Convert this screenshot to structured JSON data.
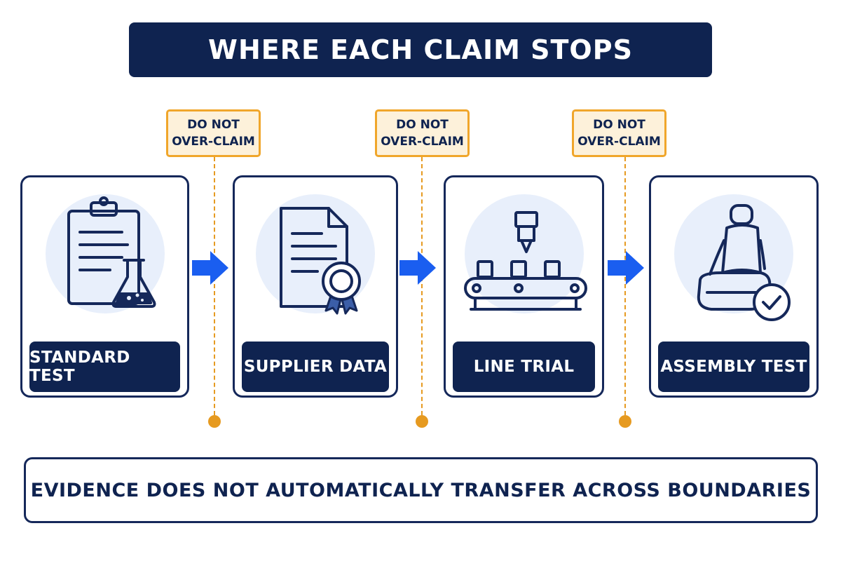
{
  "title": "WHERE EACH CLAIM STOPS",
  "stages": [
    {
      "label": "STANDARD TEST",
      "icon": "clipboard-flask-icon"
    },
    {
      "label": "SUPPLIER DATA",
      "icon": "certificate-document-icon"
    },
    {
      "label": "LINE TRIAL",
      "icon": "conveyor-press-icon"
    },
    {
      "label": "ASSEMBLY TEST",
      "icon": "seat-check-icon"
    }
  ],
  "boundaries": [
    {
      "line1": "DO NOT",
      "line2": "OVER-CLAIM"
    },
    {
      "line1": "DO NOT",
      "line2": "OVER-CLAIM"
    },
    {
      "line1": "DO NOT",
      "line2": "OVER-CLAIM"
    }
  ],
  "footer": "EVIDENCE DOES NOT AUTOMATICALLY TRANSFER ACROSS BOUNDARIES",
  "colors": {
    "navy": "#0f2350",
    "arrow_blue": "#1a5ef0",
    "boundary_orange": "#e69a20",
    "icon_bg": "#e8effb"
  }
}
